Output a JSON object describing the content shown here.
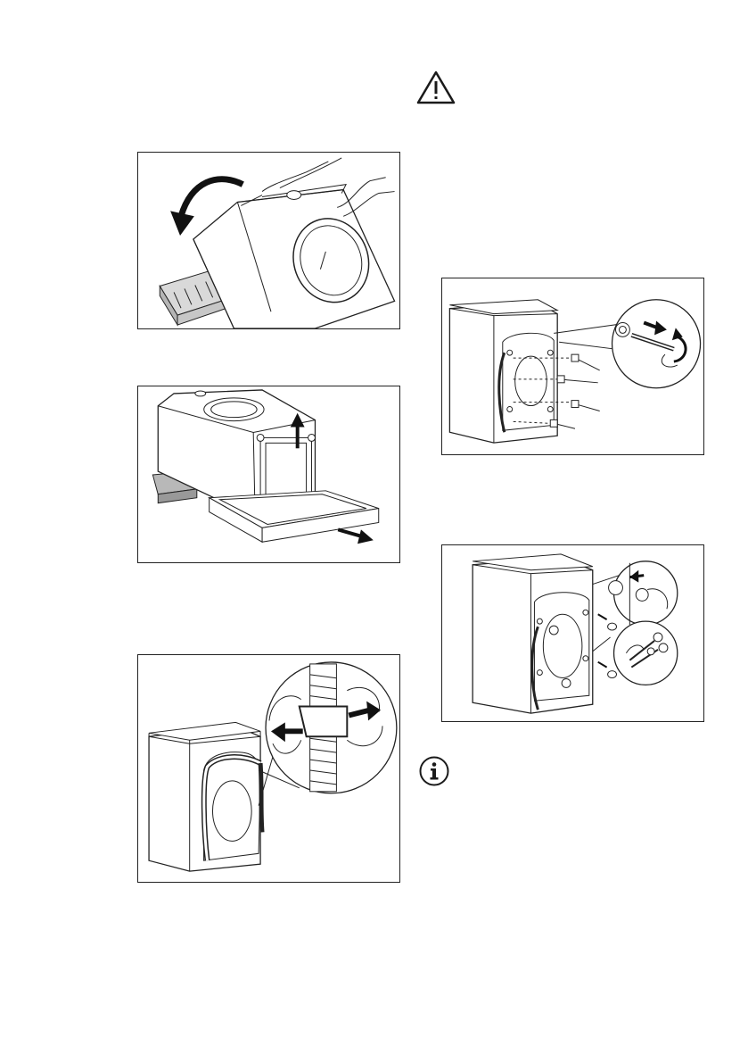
{
  "page": {
    "background": "#ffffff",
    "line_color": "#1a1a1a"
  },
  "icons": {
    "warning": "warning-triangle-icon",
    "info": "info-circle-icon"
  },
  "figures": [
    {
      "id": "fig-tilt-machine",
      "description": "tilt-appliance-onto-back"
    },
    {
      "id": "fig-remove-base",
      "description": "remove-polystyrene-base"
    },
    {
      "id": "fig-release-hose",
      "description": "release-hose-from-clip"
    },
    {
      "id": "fig-remove-bolts",
      "description": "remove-transit-bolts"
    },
    {
      "id": "fig-insert-caps",
      "description": "insert-plastic-caps"
    }
  ]
}
